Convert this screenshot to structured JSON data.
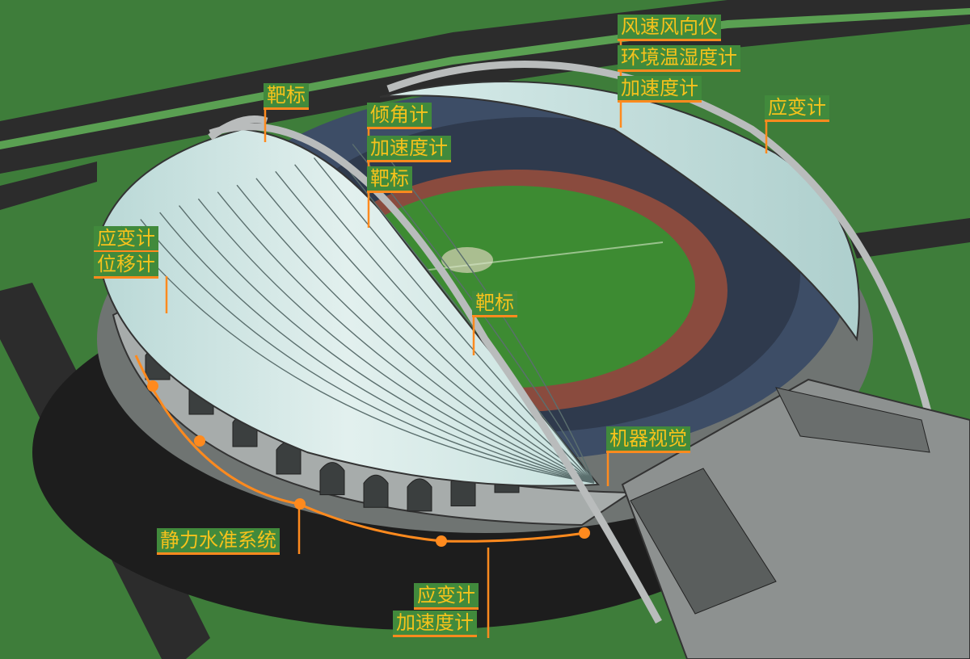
{
  "labels": {
    "wind": "风速风向仪",
    "env": "环境温湿度计",
    "accel_top": "加速度计",
    "strain_right": "应变计",
    "target_left": "靶标",
    "tilt": "倾角计",
    "accel_mid": "加速度计",
    "target_mid": "靶标",
    "strain_left": "应变计",
    "disp_left": "位移计",
    "target_center": "靶标",
    "vision": "机器视觉",
    "level": "静力水准系统",
    "strain_bottom": "应变计",
    "accel_bottom": "加速度计"
  },
  "colors": {
    "label_text": "#f6c21c",
    "label_bg": "#418a3c",
    "leader": "#ff8a1e",
    "grass": "#3f7f3b",
    "roof": "#cfe6e4",
    "field": "#3d8b32",
    "track": "#8a4b3e"
  }
}
